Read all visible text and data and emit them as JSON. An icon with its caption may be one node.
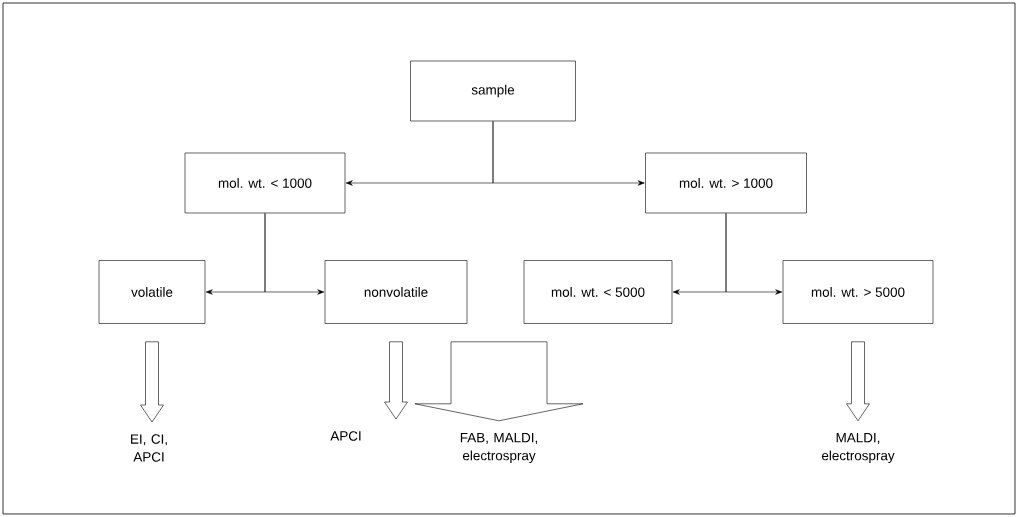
{
  "diagram": {
    "nodes": [
      {
        "text": [
          "sample"
        ]
      },
      {
        "text": [
          "mol. wt. < 1000"
        ]
      },
      {
        "text": [
          "mol. wt. > 1000"
        ]
      },
      {
        "text": [
          "volatile"
        ]
      },
      {
        "text": [
          "nonvolatile"
        ]
      },
      {
        "text": [
          "mol. wt. < 5000"
        ]
      },
      {
        "text": [
          "mol. wt. > 5000"
        ]
      },
      {
        "text": [
          "EI, CI, APCI"
        ]
      },
      {
        "text": [
          "APCI"
        ]
      },
      {
        "text": [
          "FAB, MALDI, electrospray"
        ]
      },
      {
        "text": [
          "MALDI, electrospray"
        ]
      }
    ],
    "edges": [
      {
        "from": 0,
        "to": 1,
        "arrow": "to"
      },
      {
        "from": 0,
        "to": 2,
        "arrow": "to"
      },
      {
        "from": 1,
        "to": 3,
        "arrow": "to"
      },
      {
        "from": 1,
        "to": 4,
        "arrow": "to"
      },
      {
        "from": 2,
        "to": 5,
        "arrow": "to"
      },
      {
        "from": 2,
        "to": 6,
        "arrow": "to"
      },
      {
        "from": 3,
        "to": 7,
        "arrow": "to",
        "style": "thick"
      },
      {
        "from": 4,
        "to": 8,
        "arrow": "to",
        "style": "thick"
      },
      {
        "from": 4,
        "to": 9,
        "arrow": "to",
        "style": "thick"
      },
      {
        "from": 5,
        "to": 9,
        "arrow": "to",
        "style": "thick"
      },
      {
        "from": 6,
        "to": 10,
        "arrow": "to",
        "style": "thick"
      }
    ]
  }
}
